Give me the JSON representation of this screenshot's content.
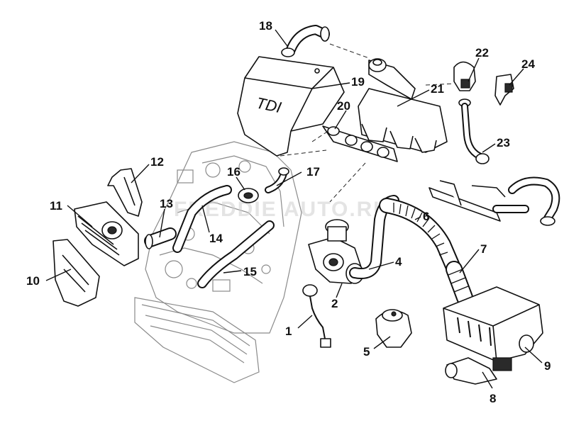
{
  "watermark": "FREDDIE AUTO.RU",
  "cover_text": "TDI",
  "callouts": [
    {
      "id": "1",
      "label": "1"
    },
    {
      "id": "2",
      "label": "2"
    },
    {
      "id": "4",
      "label": "4"
    },
    {
      "id": "5",
      "label": "5"
    },
    {
      "id": "6",
      "label": "6"
    },
    {
      "id": "7",
      "label": "7"
    },
    {
      "id": "8",
      "label": "8"
    },
    {
      "id": "9",
      "label": "9"
    },
    {
      "id": "10",
      "label": "10"
    },
    {
      "id": "11",
      "label": "11"
    },
    {
      "id": "12",
      "label": "12"
    },
    {
      "id": "13",
      "label": "13"
    },
    {
      "id": "14",
      "label": "14"
    },
    {
      "id": "15",
      "label": "15"
    },
    {
      "id": "16",
      "label": "16"
    },
    {
      "id": "17",
      "label": "17"
    },
    {
      "id": "18",
      "label": "18"
    },
    {
      "id": "19",
      "label": "19"
    },
    {
      "id": "20",
      "label": "20"
    },
    {
      "id": "21",
      "label": "21"
    },
    {
      "id": "22",
      "label": "22"
    },
    {
      "id": "23",
      "label": "23"
    },
    {
      "id": "24",
      "label": "24"
    }
  ]
}
